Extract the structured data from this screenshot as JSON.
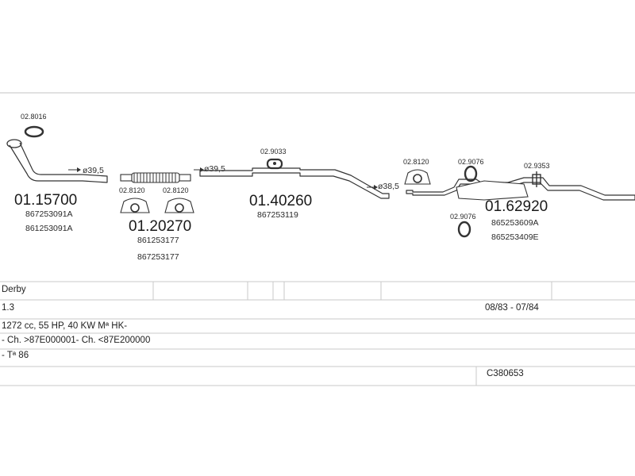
{
  "parts": {
    "gasket_front": "02.8016",
    "front_pipe": {
      "number": "01.15700",
      "refs": [
        "867253091A",
        "861253091A"
      ],
      "diameter": "ø39,5"
    },
    "flex_pipe": {
      "number": "01.20270",
      "refs": [
        "861253177",
        "867253177"
      ],
      "diameter": "ø39,5",
      "clamp_left": "02.8120",
      "clamp_right": "02.8120"
    },
    "middle_silencer": {
      "number": "01.40260",
      "refs": [
        "867253119"
      ],
      "hanger": "02.9033",
      "diameter": "ø38,5"
    },
    "rear_silencer": {
      "number": "01.62920",
      "refs": [
        "865253609A",
        "865253409E"
      ],
      "clamp": "02.8120",
      "ring_top": "02.9076",
      "ring_bottom": "02.9076",
      "hanger": "02.9353"
    }
  },
  "vehicle_table": {
    "model": "Derby",
    "engine": "1.3",
    "years": "08/83 - 07/84",
    "spec": "1272 cc, 55 HP, 40 KW Mª HK-",
    "chassis": "- Ch. >87E000001- Ch. <87E200000",
    "note": "- Tª 86",
    "code": "C380653"
  }
}
